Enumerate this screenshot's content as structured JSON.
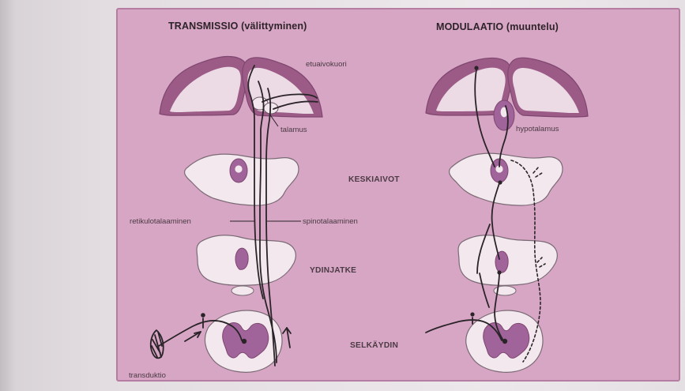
{
  "headers": {
    "left": "TRANSMISSIO (välittyminen)",
    "right": "MODULAATIO (muuntelu)"
  },
  "labels": {
    "etuaivokuori": "etuaivokuori",
    "talamus": "talamus",
    "hypotalamus": "hypotalamus",
    "keskiaivot": "KESKIAIVOT",
    "ydinjatke": "YDINJATKE",
    "selkaydin": "SELKÄYDIN",
    "retikulotalaaminen": "retikulotalaaminen",
    "spinotalaaminen": "spinotalaaminen",
    "transduktio": "transduktio"
  },
  "colors": {
    "panel": "#d7a6c4",
    "panel_edge": "#b57da1",
    "cortex_band": "#9b5b86",
    "cortex_dark": "#7f4670",
    "cortex_light": "#f0e1ea",
    "tissue": "#f3e8ee",
    "gray_matter": "#a0649a",
    "nerve": "#2a2428"
  }
}
